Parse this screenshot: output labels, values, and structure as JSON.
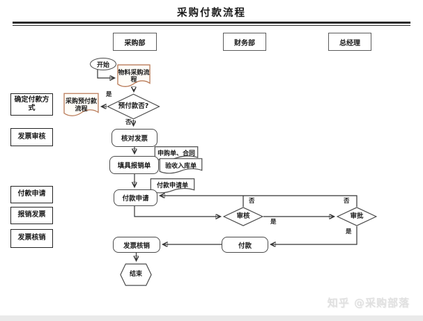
{
  "title": "采购付款流程",
  "columns": [
    {
      "label": "采购部"
    },
    {
      "label": "财务部"
    },
    {
      "label": "总经理"
    }
  ],
  "side_labels": [
    {
      "label": "确定付款方式"
    },
    {
      "label": "发票审核"
    },
    {
      "label": "付款申请"
    },
    {
      "label": "报销发票"
    },
    {
      "label": "发票核销"
    }
  ],
  "nodes": {
    "start": "开始",
    "material_purchase_process": "物料采购流程",
    "prepay_process": "采购预付款流程",
    "prepay_decision": "预付款否?",
    "verify_invoice": "核对发票",
    "fill_reimbursement": "填具报销单",
    "doc_purchase_contract": "申购单、合同",
    "doc_receiving": "验收入库单",
    "payment_request": "付款申请",
    "doc_payment_request": "付款申请单",
    "review": "审核",
    "approve": "审批",
    "pay": "付款",
    "invoice_writeoff": "发票核销",
    "end": "结束"
  },
  "edge_labels": {
    "yes": "是",
    "no": "否"
  },
  "watermark": "知乎 @采购部落",
  "colors": {
    "accent_border": "#b97a57",
    "line": "#333333",
    "footer_bar": "#eaeaea"
  }
}
